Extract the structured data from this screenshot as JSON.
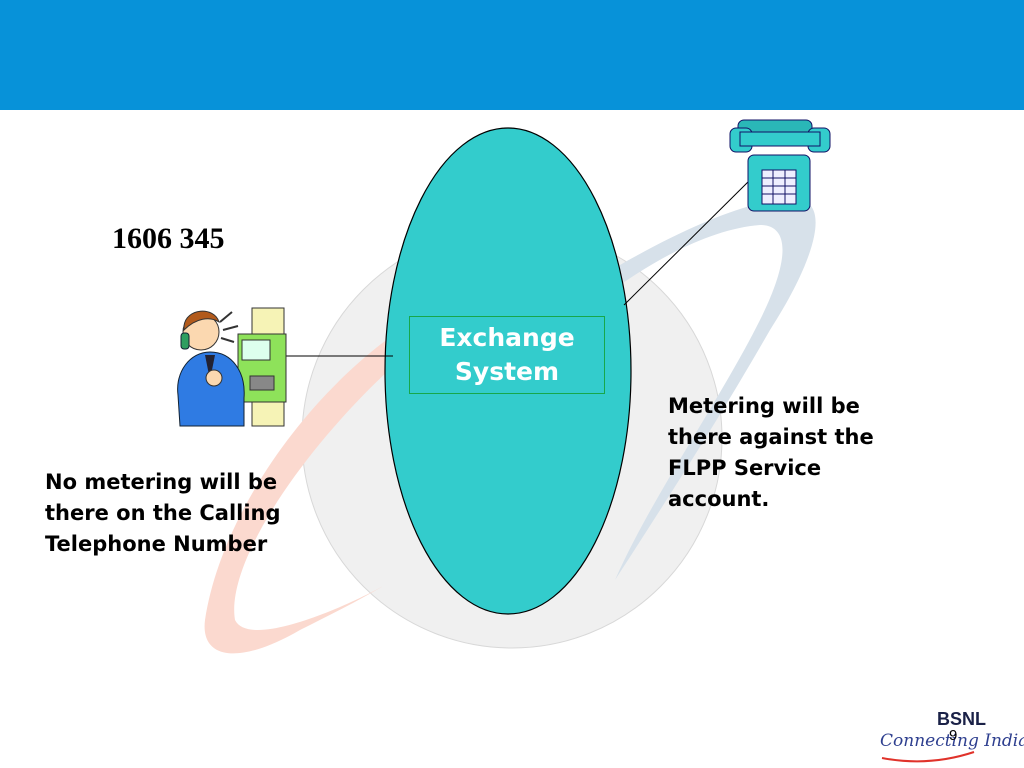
{
  "slide": {
    "dialed_number": "1606 345",
    "exchange_label": "Exchange\nSystem",
    "caller_note": "No metering will be\nthere on the Calling\nTelephone Number",
    "service_note": "Metering will be\nthere against the\nFLPP Service\naccount.",
    "page_number": "9"
  },
  "logo": {
    "brand": "BSNL",
    "tagline": "Connecting India"
  },
  "icons": {
    "caller": "person-on-payphone-icon",
    "destination": "desk-telephone-icon"
  },
  "colors": {
    "header": "#0792d9",
    "exchange": "#33cccc",
    "globe": "#f0f0f0",
    "swoosh_left": "#fbd9cf",
    "swoosh_right": "#d7e1ea",
    "phone": "#33cccc",
    "box_border": "#17a84a"
  }
}
